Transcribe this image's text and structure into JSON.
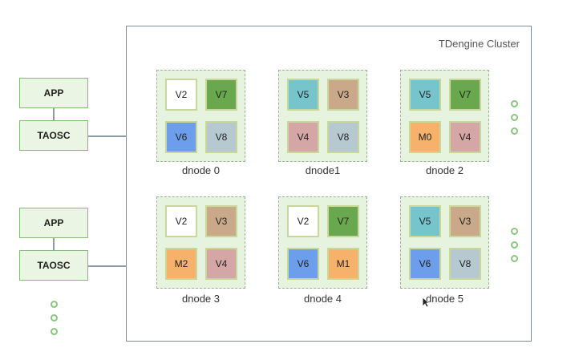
{
  "cluster": {
    "title": "TDengine Cluster"
  },
  "clients": [
    {
      "app_label": "APP",
      "taosc_label": "TAOSC"
    },
    {
      "app_label": "APP",
      "taosc_label": "TAOSC"
    }
  ],
  "dnodes": [
    {
      "label": "dnode 0",
      "vnodes": [
        {
          "label": "V2",
          "color": "#ffffff"
        },
        {
          "label": "V7",
          "color": "#6aa84f"
        },
        {
          "label": "V6",
          "color": "#6d9eeb"
        },
        {
          "label": "V8",
          "color": "#b7c9d0"
        }
      ]
    },
    {
      "label": "dnode1",
      "vnodes": [
        {
          "label": "V5",
          "color": "#76c4cc"
        },
        {
          "label": "V3",
          "color": "#c9a98a"
        },
        {
          "label": "V4",
          "color": "#d5a6a6"
        },
        {
          "label": "V8",
          "color": "#b7c9d0"
        }
      ]
    },
    {
      "label": "dnode 2",
      "vnodes": [
        {
          "label": "V5",
          "color": "#76c4cc"
        },
        {
          "label": "V7",
          "color": "#6aa84f"
        },
        {
          "label": "M0",
          "color": "#f6b26b"
        },
        {
          "label": "V4",
          "color": "#d5a6a6"
        }
      ]
    },
    {
      "label": "dnode 3",
      "vnodes": [
        {
          "label": "V2",
          "color": "#ffffff"
        },
        {
          "label": "V3",
          "color": "#c9a98a"
        },
        {
          "label": "M2",
          "color": "#f6b26b"
        },
        {
          "label": "V4",
          "color": "#d5a6a6"
        }
      ]
    },
    {
      "label": "dnode 4",
      "vnodes": [
        {
          "label": "V2",
          "color": "#ffffff"
        },
        {
          "label": "V7",
          "color": "#6aa84f"
        },
        {
          "label": "V6",
          "color": "#6d9eeb"
        },
        {
          "label": "M1",
          "color": "#f6b26b"
        }
      ]
    },
    {
      "label": "dnode 5",
      "vnodes": [
        {
          "label": "V5",
          "color": "#76c4cc"
        },
        {
          "label": "V3",
          "color": "#c9a98a"
        },
        {
          "label": "V6",
          "color": "#6d9eeb"
        },
        {
          "label": "V8",
          "color": "#b7c9d0"
        }
      ]
    }
  ],
  "colors": {
    "client_fill": "#eaf6e3",
    "dnode_fill": "#e6f3df",
    "dot_border": "#8cc57f",
    "cluster_border": "#7f8c9a"
  }
}
